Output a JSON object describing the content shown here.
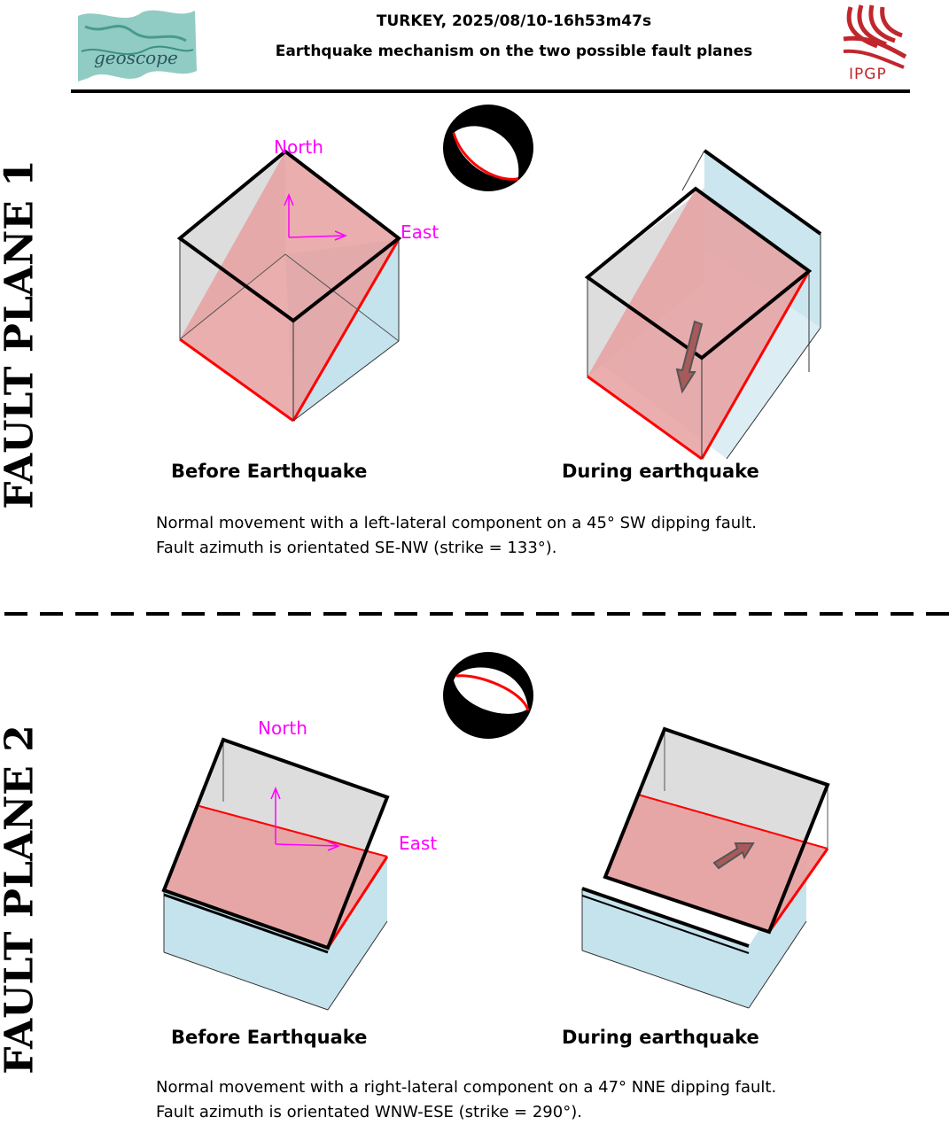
{
  "header": {
    "title": "TURKEY, 2025/08/10-16h53m47s",
    "subtitle": "Earthquake mechanism on the two possible fault planes",
    "left_logo": "geoscope",
    "right_logo": "IPGP"
  },
  "panels": [
    {
      "side_label": "FAULT PLANE 1",
      "north_label": "North",
      "east_label": "East",
      "caption_before": "Before Earthquake",
      "caption_during": "During earthquake",
      "description_line1": "Normal movement with a left-lateral component on a 45° SW dipping fault.",
      "description_line2": "Fault azimuth is orientated SE-NW (strike = 133°)."
    },
    {
      "side_label": "FAULT PLANE 2",
      "north_label": "North",
      "east_label": "East",
      "caption_before": "Before Earthquake",
      "caption_during": "During earthquake",
      "description_line1": "Normal movement with a right-lateral component on a 47° NNE dipping fault.",
      "description_line2": "Fault azimuth is orientated WNW-ESE (strike = 290°)."
    }
  ],
  "colors": {
    "fault_fill": "#e8a0a0",
    "block_blue": "#c5e3ec",
    "block_gray": "#d9d9d9",
    "axis_magenta": "#ff00ff",
    "fault_red": "#ff0000",
    "ipgp_red": "#c0272d"
  }
}
